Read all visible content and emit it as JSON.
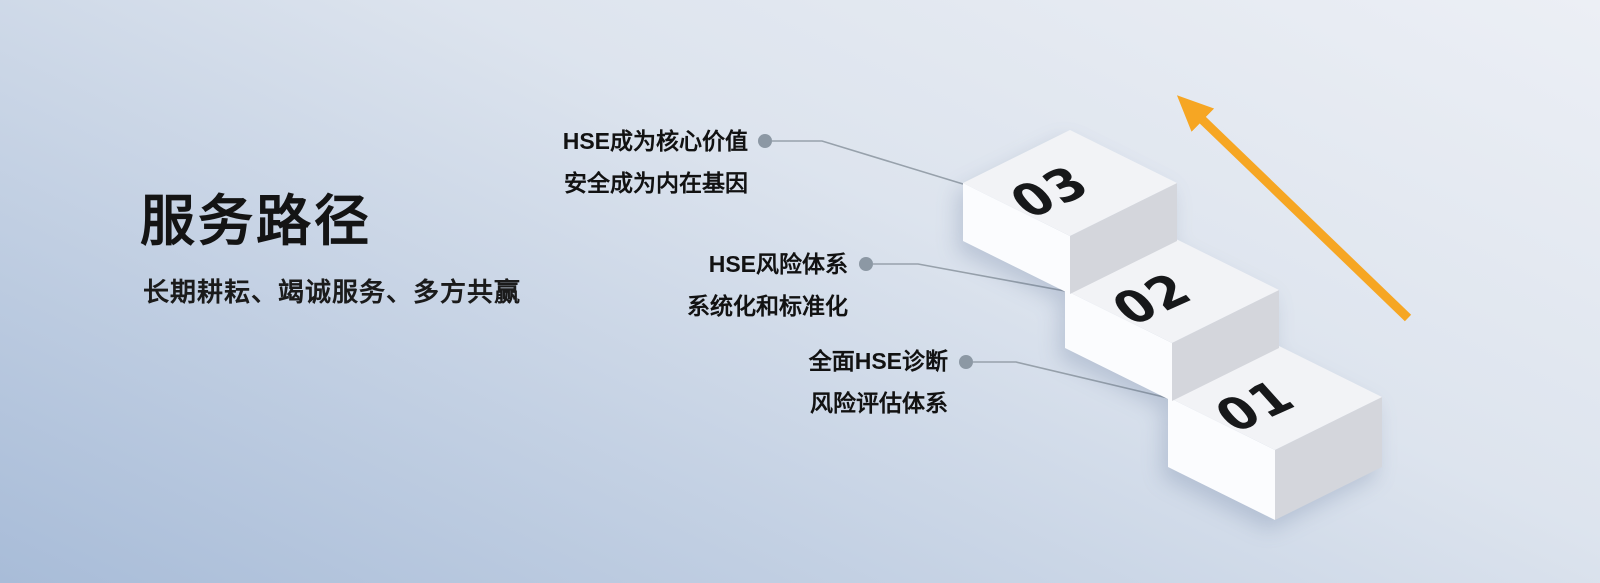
{
  "page": {
    "title": "服务路径",
    "subtitle": "长期耕耘、竭诚服务、多方共赢"
  },
  "steps": [
    {
      "number": "01",
      "line1": "全面HSE诊断",
      "line2": "风险评估体系"
    },
    {
      "number": "02",
      "line1": "HSE风险体系",
      "line2": "系统化和标准化"
    },
    {
      "number": "03",
      "line1": "HSE成为核心价值",
      "line2": "安全成为内在基因"
    }
  ],
  "colors": {
    "arrow": "#F6A623",
    "connector": "#97A1AB",
    "dot": "#8C98A4",
    "step_top": "#F2F3F6",
    "step_front": "#FBFCFE",
    "step_side": "#D4D6DC",
    "number": "#17181A"
  }
}
